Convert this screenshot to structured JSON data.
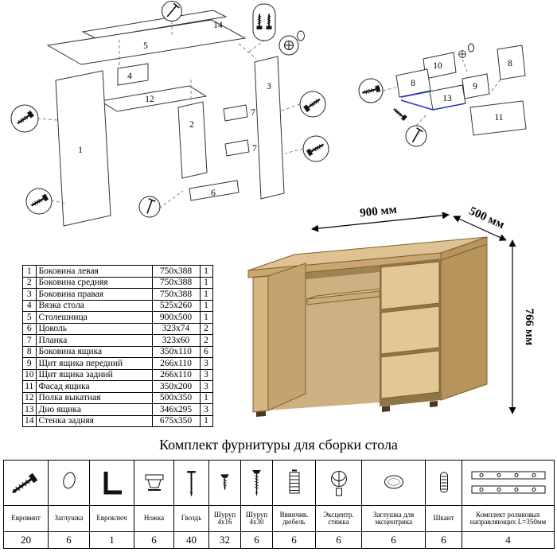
{
  "exploded_desk": {
    "part_labels": [
      "14",
      "5",
      "4",
      "12",
      "2",
      "1",
      "3",
      "7",
      "7",
      "6"
    ]
  },
  "exploded_drawers": {
    "part_labels": [
      "10",
      "8",
      "9",
      "13",
      "8",
      "11"
    ]
  },
  "desk_render": {
    "width_label": "900 мм",
    "depth_label": "500 мм",
    "height_label": "766 мм",
    "wood_color": "#dfc291"
  },
  "parts_table": {
    "rows": [
      {
        "num": "1",
        "name": "Боковина левая",
        "size": "750x388",
        "qty": "1"
      },
      {
        "num": "2",
        "name": "Боковина средняя",
        "size": "750x388",
        "qty": "1"
      },
      {
        "num": "3",
        "name": "Боковина правая",
        "size": "750x388",
        "qty": "1"
      },
      {
        "num": "4",
        "name": "Вязка стола",
        "size": "525x260",
        "qty": "1"
      },
      {
        "num": "5",
        "name": "Столешница",
        "size": "900x500",
        "qty": "1"
      },
      {
        "num": "6",
        "name": "Цоколь",
        "size": "323x74",
        "qty": "2"
      },
      {
        "num": "7",
        "name": "Планка",
        "size": "323x60",
        "qty": "2"
      },
      {
        "num": "8",
        "name": "Боковина ящика",
        "size": "350x110",
        "qty": "6"
      },
      {
        "num": "9",
        "name": "Щит ящика передний",
        "size": "266x110",
        "qty": "3"
      },
      {
        "num": "10",
        "name": "Щит ящика задний",
        "size": "266x110",
        "qty": "3"
      },
      {
        "num": "11",
        "name": "Фасад ящика",
        "size": "350x200",
        "qty": "3"
      },
      {
        "num": "12",
        "name": "Полка выкатная",
        "size": "500x350",
        "qty": "1"
      },
      {
        "num": "13",
        "name": "Дно ящика",
        "size": "346x295",
        "qty": "3"
      },
      {
        "num": "14",
        "name": "Стенка задняя",
        "size": "675x350",
        "qty": "1"
      }
    ]
  },
  "kit": {
    "title": "Комплект фурнитуры для сборки стола",
    "items": [
      {
        "name": "Евровинт",
        "qty": "20",
        "icon": "euroscrew-icon"
      },
      {
        "name": "Заглушка",
        "qty": "6",
        "icon": "cap-icon"
      },
      {
        "name": "Евроключ",
        "qty": "1",
        "icon": "hex-key-icon"
      },
      {
        "name": "Ножка",
        "qty": "6",
        "icon": "leg-icon"
      },
      {
        "name": "Гвоздь",
        "qty": "40",
        "icon": "nail-icon"
      },
      {
        "name": "Шуруп 4x16",
        "qty": "32",
        "icon": "screw-short-icon"
      },
      {
        "name": "Шуруп 4x30",
        "qty": "6",
        "icon": "screw-long-icon"
      },
      {
        "name": "Ввинчив. дюбель",
        "qty": "6",
        "icon": "threaded-dowel-icon"
      },
      {
        "name": "Эксцентр. стяжка",
        "qty": "6",
        "icon": "eccentric-cam-icon"
      },
      {
        "name": "Заглушка для эксцентрика",
        "qty": "6",
        "icon": "eccentric-cap-icon"
      },
      {
        "name": "Шкант",
        "qty": "6",
        "icon": "wood-dowel-icon"
      },
      {
        "name": "Комплект роликовых направляющих L=350мм",
        "qty": "4",
        "icon": "drawer-slides-icon"
      }
    ]
  }
}
